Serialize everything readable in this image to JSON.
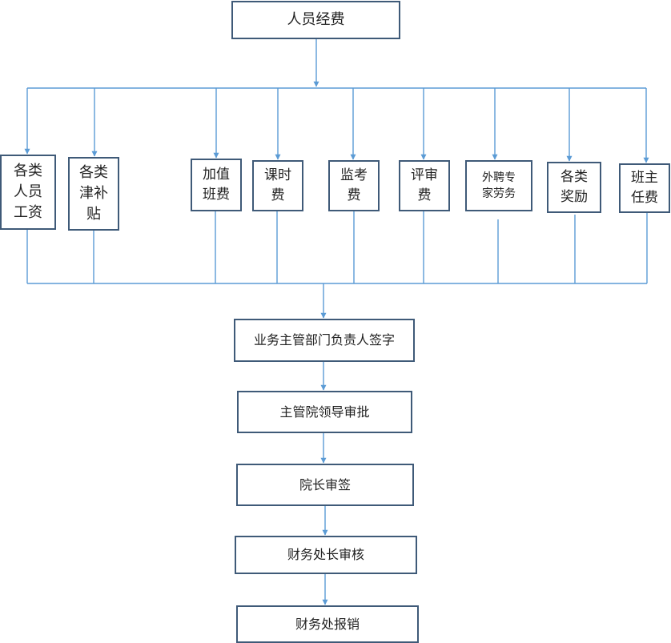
{
  "diagram": {
    "root": "人员经费",
    "categories": [
      "各类\n人员\n工资",
      "各类\n津补\n贴",
      "加值\n班费",
      "课时\n费",
      "监考\n费",
      "评审\n费",
      "外聘专\n家劳务",
      "各类\n奖励",
      "班主\n任费"
    ],
    "steps": [
      "业务主管部门负责人签字",
      "主管院领导审批",
      "院长审签",
      "财务处长审核",
      "财务处报销"
    ],
    "colors": {
      "line": "#5b9bd5",
      "border": "#3f5a78"
    }
  }
}
